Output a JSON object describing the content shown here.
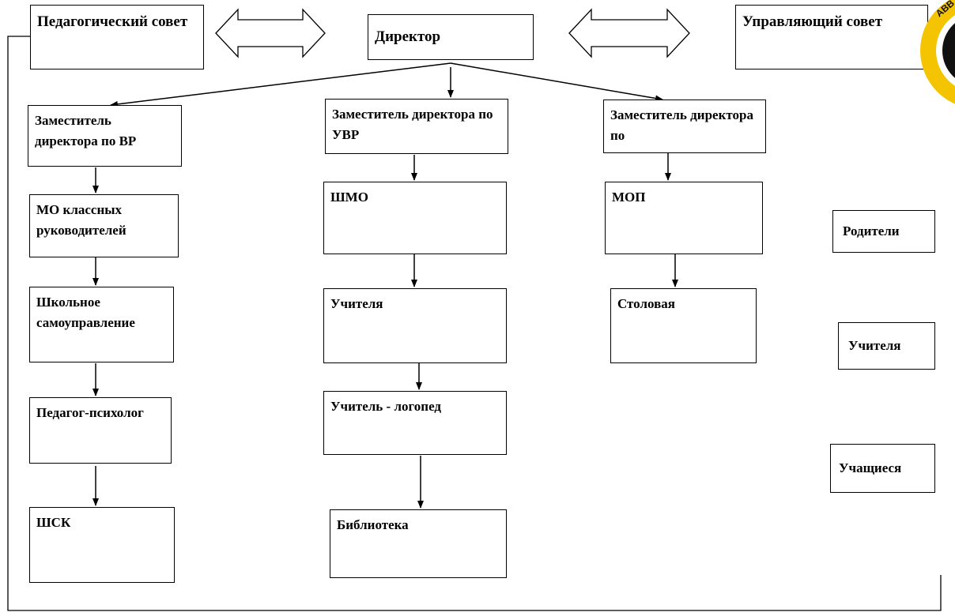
{
  "top": {
    "ped_council": "Педагогический совет",
    "director": "Директор",
    "managing_council": "Управляющий совет"
  },
  "columns": {
    "left": {
      "deputy": "Заместитель директора по ВР",
      "items": [
        "МО классных руководителей",
        "Школьное самоуправление",
        "Педагог-психолог",
        "ШСК"
      ]
    },
    "middle": {
      "deputy": "Заместитель директора по УВР",
      "items": [
        "ШМО",
        "Учителя",
        "Учитель - логопед",
        "Библиотека"
      ]
    },
    "right": {
      "deputy": "Заместитель директора по",
      "items": [
        "МОП",
        "Столовая"
      ]
    }
  },
  "participants": [
    "Родители",
    "Учителя",
    "Учащиеся"
  ],
  "seal": {
    "text": "ABB",
    "colors": {
      "ring": "#f5c400",
      "core": "#111111"
    }
  },
  "colors": {
    "line": "#000000",
    "box_border": "#000000",
    "background": "#ffffff"
  }
}
